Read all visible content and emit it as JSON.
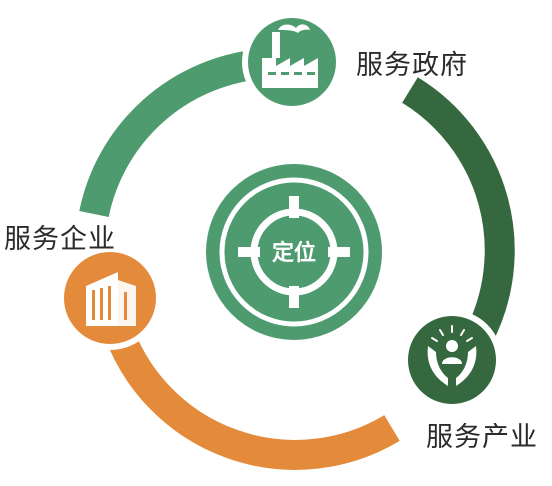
{
  "center": {
    "text": "定位"
  },
  "nodes": [
    {
      "id": "government",
      "label": "服务政府",
      "icon": "factory-icon",
      "color": "#4e9b6f"
    },
    {
      "id": "industry",
      "label": "服务产业",
      "icon": "hands-person-icon",
      "color": "#35683f"
    },
    {
      "id": "enterprise",
      "label": "服务企业",
      "icon": "building-icon",
      "color": "#e48a3b"
    }
  ],
  "colors": {
    "green": "#4e9b6f",
    "dark_green": "#35683f",
    "orange": "#e48a3b",
    "white": "#ffffff"
  }
}
